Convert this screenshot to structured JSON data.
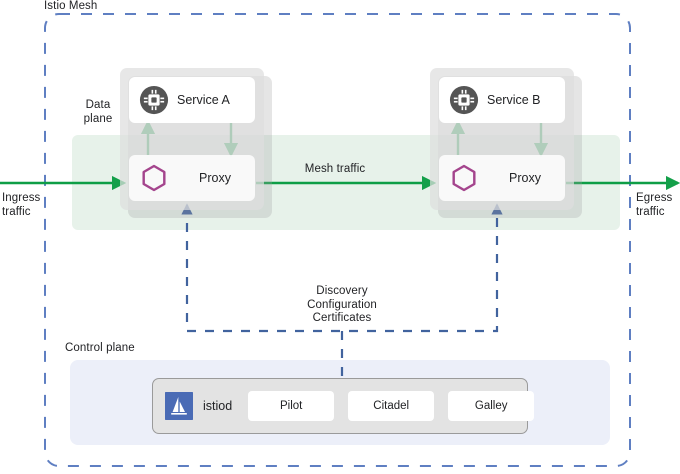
{
  "diagram": {
    "title": "Istio Mesh",
    "zones": {
      "data_plane_label": "Data\nplane",
      "control_plane_label": "Control plane"
    },
    "traffic": {
      "ingress_label": "Ingress\ntraffic",
      "egress_label": "Egress\ntraffic",
      "mesh_label": "Mesh traffic",
      "control_channel_label": "Discovery\nConfiguration\nCertificates"
    },
    "pods": [
      {
        "id": "pod-a",
        "service_label": "Service A",
        "service_icon": "cpu-chip-icon",
        "proxy_label": "Proxy",
        "proxy_icon": "hexagon-icon"
      },
      {
        "id": "pod-b",
        "service_label": "Service B",
        "service_icon": "cpu-chip-icon",
        "proxy_label": "Proxy",
        "proxy_icon": "hexagon-icon"
      }
    ],
    "control_plane": {
      "daemon_label": "istiod",
      "daemon_icon": "istio-sailboat-icon",
      "components": [
        "Pilot",
        "Citadel",
        "Galley"
      ]
    },
    "colors": {
      "mesh_border": "#4f6fb5",
      "traffic_arrow": "#14a04a",
      "control_arrow": "#41639e",
      "data_plane_band": "#e7f2ea",
      "control_plane_panel": "#eceff9",
      "pod_body": "#dedede",
      "proxy_hexagon": "#a4458d",
      "service_icon_bg": "#555555",
      "istiod_logo_bg": "#4a6bb5"
    }
  }
}
